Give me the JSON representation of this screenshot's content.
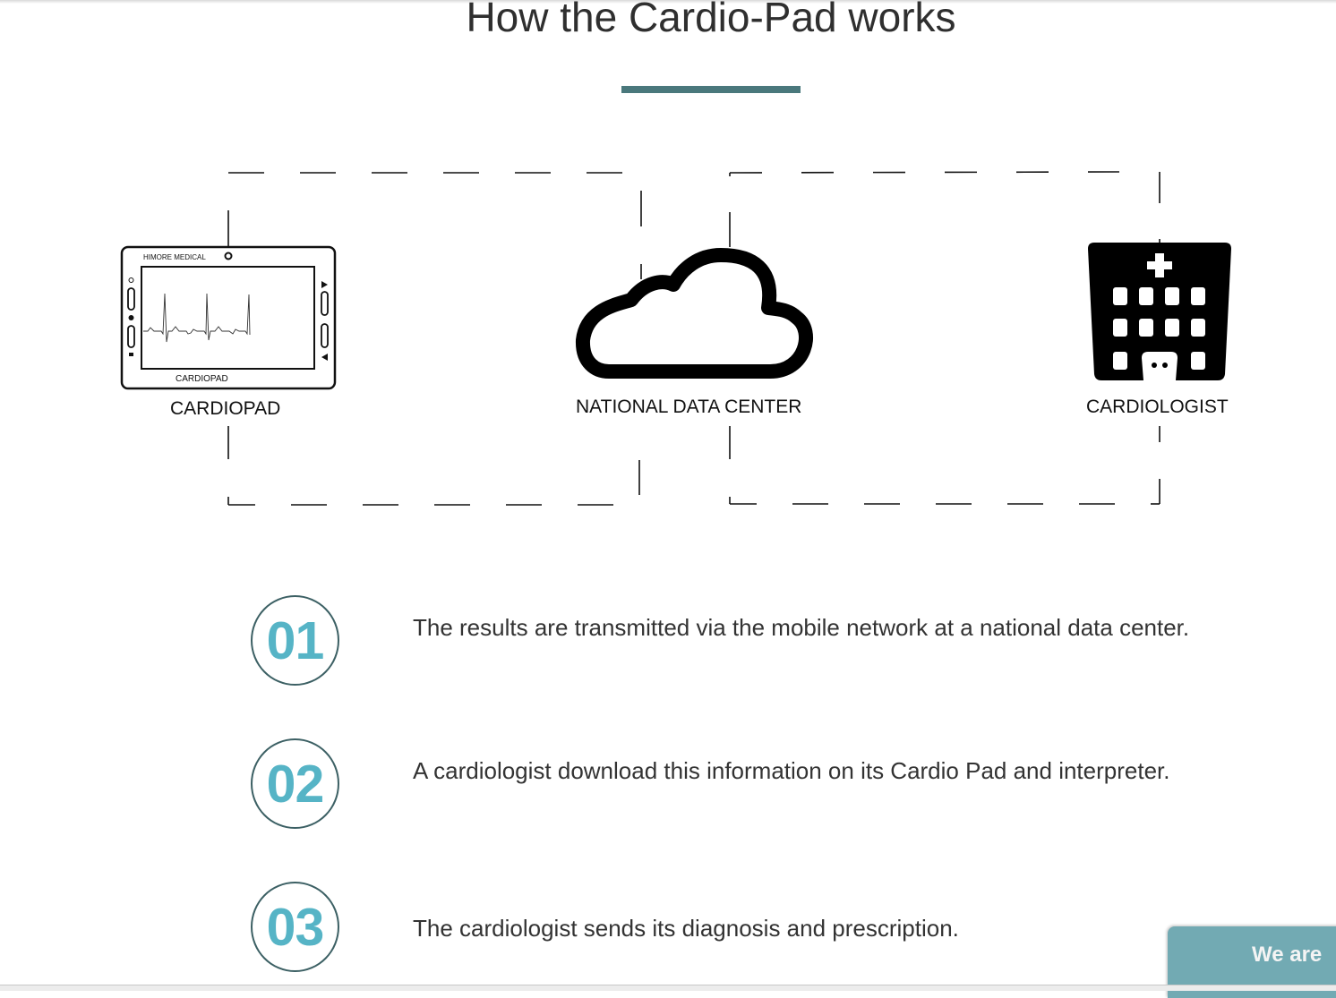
{
  "page": {
    "title": "How the Cardio-Pad works",
    "accent_color": "#4a787c",
    "number_color": "#56b4c6"
  },
  "diagram": {
    "nodes": [
      {
        "id": "cardiopad",
        "label": "CARDIOPAD",
        "icon": "tablet-device-icon",
        "device": {
          "brand": "HIMORE MEDICAL",
          "screen_label": "CARDIOPAD"
        }
      },
      {
        "id": "data-center",
        "label": "NATIONAL DATA CENTER",
        "icon": "cloud-icon"
      },
      {
        "id": "cardiologist",
        "label": "CARDIOLOGIST",
        "icon": "hospital-icon"
      }
    ]
  },
  "steps": [
    {
      "number": "01",
      "text": "The results are transmitted via the mobile network at a national data center."
    },
    {
      "number": "02",
      "text": "A cardiologist download this information on its Cardio Pad and interpreter."
    },
    {
      "number": "03",
      "text": "The cardiologist sends its diagnosis and prescription."
    }
  ],
  "chat_widget": {
    "label": "We are"
  }
}
